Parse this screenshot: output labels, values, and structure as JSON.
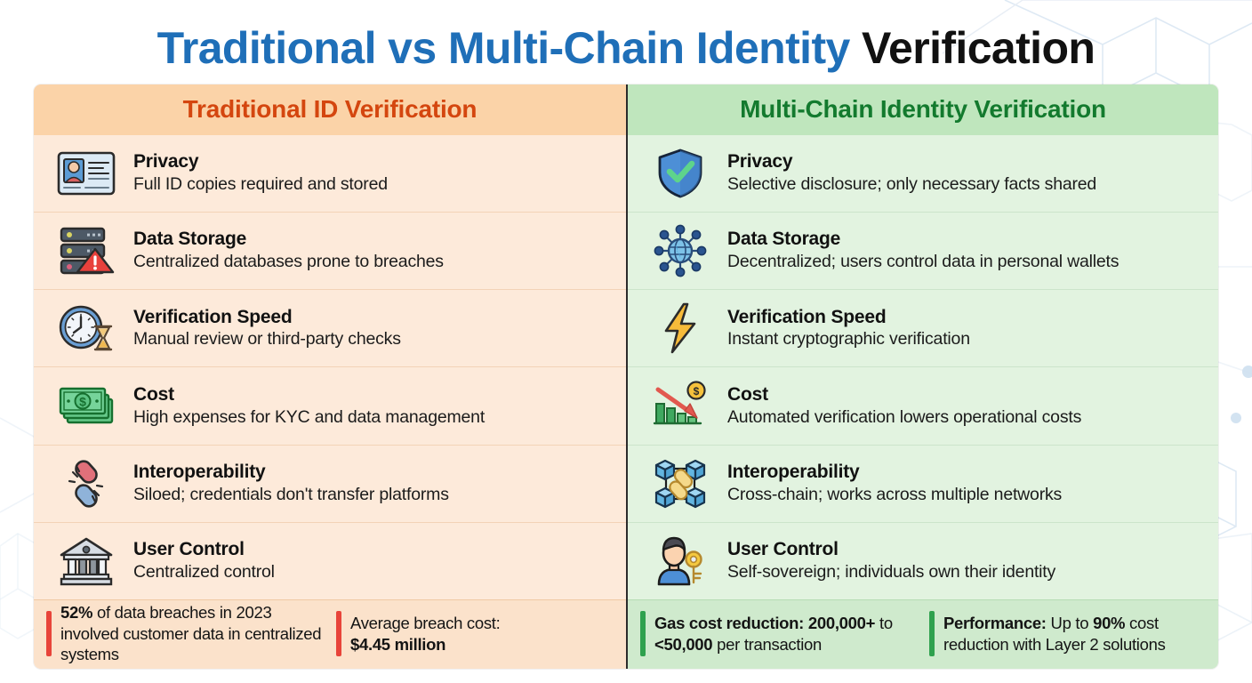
{
  "title": {
    "highlight": "Traditional vs Multi-Chain Identity",
    "rest": " Verification"
  },
  "columns": {
    "left": {
      "header": "Traditional ID Verification",
      "accent": "#d4460f",
      "background": "#fdeada",
      "header_background": "#fbd3a8",
      "rows": [
        {
          "icon": "id-card-icon",
          "title": "Privacy",
          "desc": "Full ID copies required and stored"
        },
        {
          "icon": "server-warning-icon",
          "title": "Data Storage",
          "desc": "Centralized databases prone to breaches"
        },
        {
          "icon": "clock-hourglass-icon",
          "title": "Verification Speed",
          "desc": "Manual review or third-party checks"
        },
        {
          "icon": "cash-stack-icon",
          "title": "Cost",
          "desc": "High expenses for KYC and data management"
        },
        {
          "icon": "broken-chain-icon",
          "title": "Interoperability",
          "desc": "Siloed; credentials don't transfer platforms"
        },
        {
          "icon": "bank-building-icon",
          "title": "User Control",
          "desc": "Centralized control"
        }
      ],
      "stats": [
        {
          "bar_color": "#e8443a",
          "parts": [
            {
              "text": "52%",
              "bold": true
            },
            {
              "text": " of data breaches in 2023 involved customer data in centralized systems",
              "bold": false
            }
          ]
        },
        {
          "bar_color": "#e8443a",
          "parts": [
            {
              "text": "Average breach cost: ",
              "bold": false
            },
            {
              "text": "$4.45 million",
              "bold": true
            }
          ]
        }
      ]
    },
    "right": {
      "header": "Multi-Chain Identity Verification",
      "accent": "#137a2e",
      "background": "#e2f3e0",
      "header_background": "#bfe6bd",
      "rows": [
        {
          "icon": "shield-check-icon",
          "title": "Privacy",
          "desc": "Selective disclosure; only necessary facts shared"
        },
        {
          "icon": "network-globe-icon",
          "title": "Data Storage",
          "desc": "Decentralized; users control data in personal wallets"
        },
        {
          "icon": "lightning-bolt-icon",
          "title": "Verification Speed",
          "desc": "Instant cryptographic verification"
        },
        {
          "icon": "cost-down-chart-icon",
          "title": "Cost",
          "desc": "Automated verification lowers operational costs"
        },
        {
          "icon": "blockchain-cubes-link-icon",
          "title": "Interoperability",
          "desc": "Cross-chain; works across multiple networks"
        },
        {
          "icon": "person-key-icon",
          "title": "User Control",
          "desc": "Self-sovereign; individuals own their identity"
        }
      ],
      "stats": [
        {
          "bar_color": "#2fa14e",
          "parts": [
            {
              "text": "Gas cost reduction: 200,000+",
              "bold": true
            },
            {
              "text": " to ",
              "bold": false
            },
            {
              "text": "<50,000",
              "bold": true
            },
            {
              "text": " per transaction",
              "bold": false
            }
          ]
        },
        {
          "bar_color": "#2fa14e",
          "parts": [
            {
              "text": "Performance:",
              "bold": true
            },
            {
              "text": " Up to ",
              "bold": false
            },
            {
              "text": "90%",
              "bold": true
            },
            {
              "text": " cost reduction with Layer 2 solutions",
              "bold": false
            }
          ]
        }
      ]
    }
  }
}
